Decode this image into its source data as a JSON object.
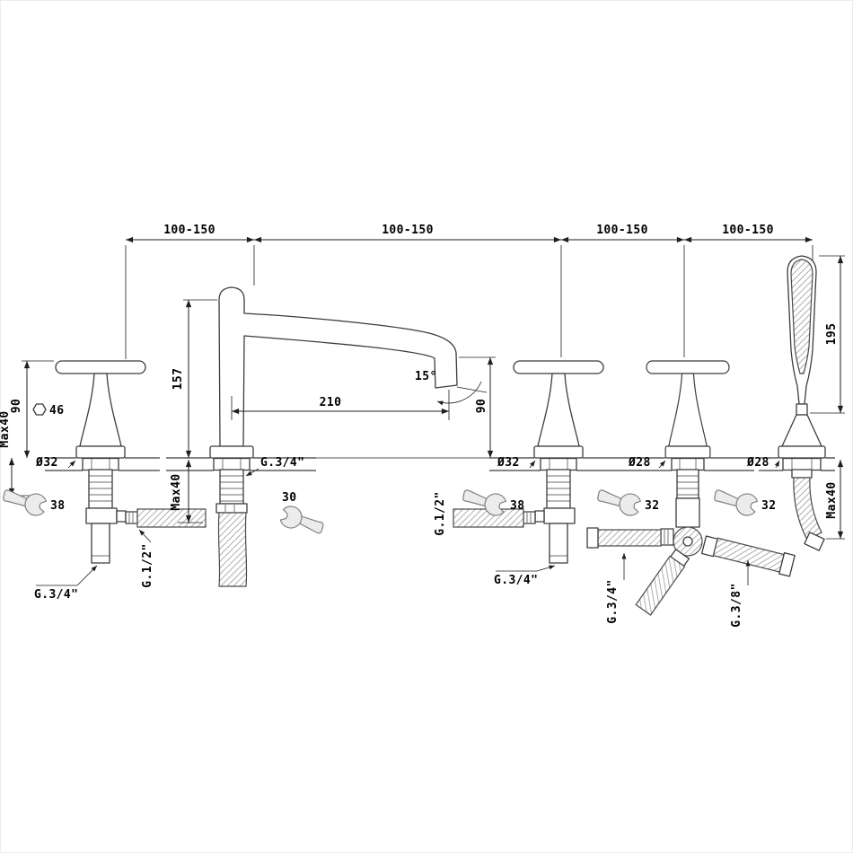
{
  "drawing": {
    "spans": {
      "s1": "100-150",
      "s2": "100-150",
      "s3": "100-150",
      "s4": "100-150"
    },
    "left_valve": {
      "height": "90",
      "deck_max": "Max40",
      "hex": "46",
      "diameter": "Ø32",
      "wrench": "38",
      "outlet_thread": "G.3/4\"",
      "hose_thread": "G.1/2\""
    },
    "spout": {
      "height": "157",
      "deck_max": "Max40",
      "thread": "G.3/4\"",
      "wrench": "30",
      "reach": "210",
      "angle": "15°",
      "outlet_height": "90"
    },
    "right_valve": {
      "diameter": "Ø32",
      "wrench": "38",
      "hose_thread": "G.1/2\"",
      "outlet_thread": "G.3/4\""
    },
    "diverter": {
      "diameter": "Ø28",
      "wrench": "32",
      "thread_left": "G.3/4\"",
      "thread_right": "G.3/8\""
    },
    "handshower": {
      "length": "195",
      "diameter": "Ø28",
      "wrench": "32",
      "deck_max": "Max40"
    }
  }
}
